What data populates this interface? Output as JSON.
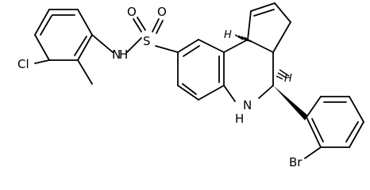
{
  "diagram": {
    "atom_labels": {
      "cl": "Cl",
      "nh_left": "N",
      "nh_left_h": "H",
      "s": "S",
      "o_top_left": "O",
      "o_top_right": "O",
      "nh_ring": "N",
      "nh_ring_h": "H",
      "br": "Br"
    },
    "stereo_labels": {
      "h_upper": "H",
      "h_lower": "H"
    }
  }
}
